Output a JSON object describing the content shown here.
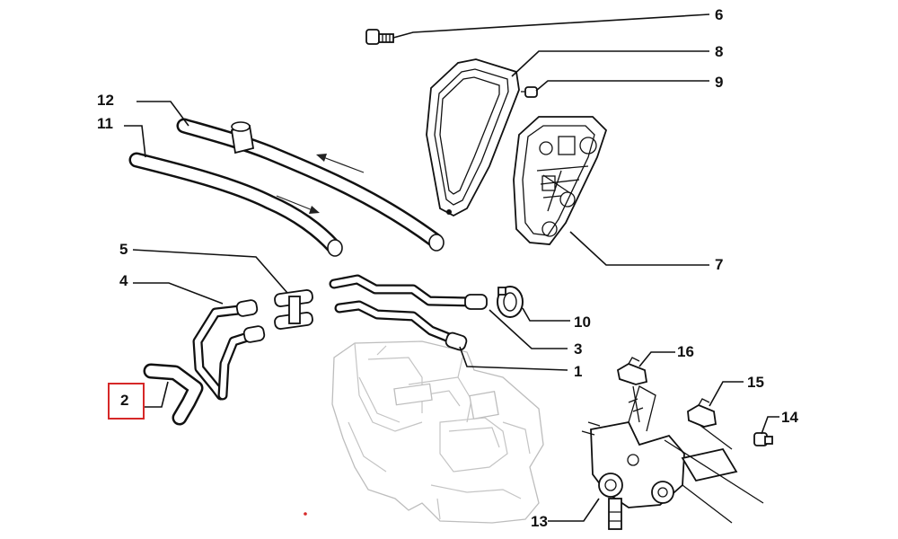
{
  "callouts": [
    {
      "id": "c1",
      "label": "1"
    },
    {
      "id": "c2",
      "label": "2"
    },
    {
      "id": "c3",
      "label": "3"
    },
    {
      "id": "c4",
      "label": "4"
    },
    {
      "id": "c5",
      "label": "5"
    },
    {
      "id": "c6",
      "label": "6"
    },
    {
      "id": "c7",
      "label": "7"
    },
    {
      "id": "c8",
      "label": "8"
    },
    {
      "id": "c9",
      "label": "9"
    },
    {
      "id": "c10",
      "label": "10"
    },
    {
      "id": "c11",
      "label": "11"
    },
    {
      "id": "c12",
      "label": "12"
    },
    {
      "id": "c13",
      "label": "13"
    },
    {
      "id": "c14",
      "label": "14"
    },
    {
      "id": "c15",
      "label": "15"
    },
    {
      "id": "c16",
      "label": "16"
    }
  ],
  "highlighted_callout": "2",
  "colors": {
    "line": "#111111",
    "ghost": "#bdbdbd",
    "highlight": "#d62828"
  }
}
